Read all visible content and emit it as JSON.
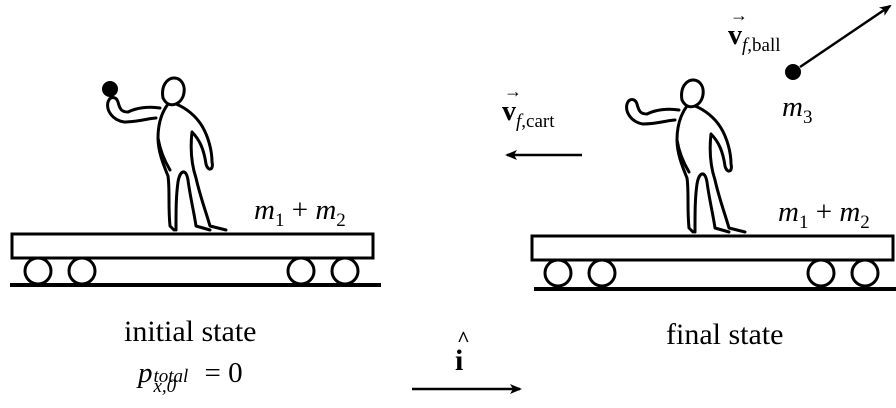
{
  "left": {
    "caption": "initial state",
    "mass_m": "m",
    "mass_sub1": "1",
    "mass_plus": "+",
    "mass_sub2": "2",
    "momentum": {
      "p": "p",
      "sup": "total",
      "sub": "x,0",
      "eq": "= 0"
    }
  },
  "right": {
    "caption": "final state",
    "mass_m": "m",
    "mass_sub1": "1",
    "mass_plus": "+",
    "mass_sub2": "2",
    "ball_mass_m": "m",
    "ball_mass_sub": "3",
    "v_ball_symbol": "v",
    "v_ball_sub_f": "f",
    "v_ball_sub": ",ball",
    "v_cart_symbol": "v",
    "v_cart_sub_f": "f",
    "v_cart_sub": ",cart"
  },
  "unit_vector": {
    "symbol": "i",
    "hat": "^"
  }
}
